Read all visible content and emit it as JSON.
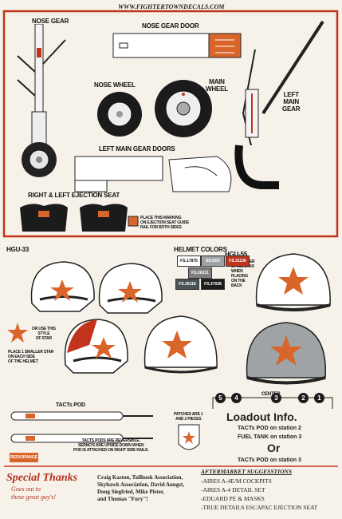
{
  "header": {
    "url": "WWW.FIGHTERTOWNDECALS.COM"
  },
  "gear": {
    "nose_gear": "NOSE GEAR",
    "nose_gear_door": "NOSE GEAR DOOR",
    "nose_wheel": "NOSE WHEEL",
    "main_wheel": "MAIN\nWHEEL",
    "left_main_gear": "LEFT\nMAIN\nGEAR",
    "left_main_gear_doors": "LEFT MAIN GEAR DOORS",
    "ejection_seat": "RIGHT & LEFT EJECTION SEAT",
    "ejection_note": "PLACE THIS MARKING\nON EJECTION SEAT GUIDE\nRAIL FOR BOTH SIDES"
  },
  "helmets": {
    "hgu33": "HGU-33",
    "title": "HELMET COLORS",
    "hgu55": "HGU-55",
    "hgu55_note": "USE BIGGER\nSTYLE STAR\nWHEN\nPLACING\nON THE\nBACK",
    "or_use": "OR USE THIS\nSTYLE\nOF STAR",
    "place_note": "PLACE 1 SMALLER STAR\nON EACH SIDE\nOF THE HELMET",
    "swatches": [
      {
        "label": "FS.17875",
        "color": "#ffffff",
        "text": "#111111"
      },
      {
        "label": "SILVER",
        "color": "#9ea3a6",
        "text": "#ffffff"
      },
      {
        "label": "FS.31136",
        "color": "#c2331c",
        "text": "#ffffff"
      },
      {
        "label": "FS.36231",
        "color": "#7d7f80",
        "text": "#ffffff"
      },
      {
        "label": "FS.36118",
        "color": "#4b5358",
        "text": "#ffffff"
      },
      {
        "label": "FS.37038",
        "color": "#1c1c1c",
        "text": "#ffffff"
      }
    ]
  },
  "tacts": {
    "title": "TACTs POD",
    "note": "TACTs PODS ARE REVERSIBLE.\nSERNO'S ARE UPSIDE DOWN WHEN\nPOD IS ATTACHED ON RIGHT SIDE RAILS.",
    "red_orange": "RED/ORANGE"
  },
  "patches": {
    "label": "PATCHES ARE 1\nAND 2 PIECES"
  },
  "loadout": {
    "center": "CENTER",
    "stations": [
      "5",
      "4",
      "3",
      "2",
      "1"
    ],
    "title": "Loadout Info.",
    "line1": "TACTs POD on station 2",
    "line2": "FUEL TANK on station 3",
    "or": "Or",
    "line3": "TACTs POD on station 3"
  },
  "thanks": {
    "title": "Special Thanks",
    "sub": "Goes out to\nthese great guy's!",
    "names": "Craig Kaston, Tailhook Association,\nSkyhawk Association, David Aungst,\nDoug Siegfried, Mike Pister,\nand Thomas \"Fury\"!"
  },
  "aftermarket": {
    "title": "AFTERMARKET SUGGESSTIONS",
    "items": [
      "-AIRES A-4E/M COCKPITS",
      "-AIRES A-4 DETAIL SET",
      "-EDUARD PE & MASKS",
      "-TRUE DETAILS ESCAPAC EJECTION SEAT"
    ]
  },
  "colors": {
    "accent": "#c2331c",
    "orange": "#d9652b",
    "ink": "#1b1b1b"
  }
}
